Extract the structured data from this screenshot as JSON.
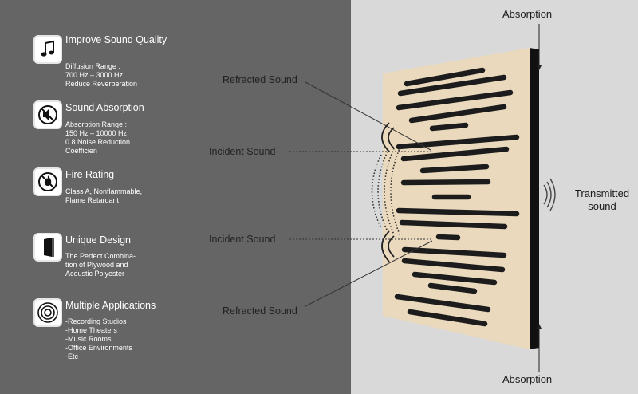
{
  "features": [
    {
      "title": "Improve Sound Quality",
      "desc": "Diffusion Range :\n700 Hz – 3000 Hz\nReduce Reverberation",
      "icon": "music-note-icon"
    },
    {
      "title": "Sound Absorption",
      "desc": "Absorption Range :\n150 Hz – 10000 Hz\n0.8 Noise Reduction\nCoefficien",
      "icon": "muted-speaker-icon"
    },
    {
      "title": "Fire Rating",
      "desc": "Class A, Nonflammable,\nFlame Retardant",
      "icon": "no-fire-icon"
    },
    {
      "title": "Unique Design",
      "desc": "The Perfect Combina-\ntion of Plywood and\nAcoustic  Polyester",
      "icon": "panel-icon"
    },
    {
      "title": "Multiple Applications",
      "desc": "-Recording Studios\n-Home Theaters\n-Music Rooms\n-Office Environments\n-Etc",
      "icon": "concentric-circles-icon"
    }
  ],
  "diagram": {
    "refracted_top": "Refracted Sound",
    "incident_top": "Incident Sound",
    "incident_bottom": "Incident Sound",
    "refracted_bottom": "Refracted Sound",
    "absorption_top": "Absorption",
    "absorption_bottom": "Absorption",
    "transmitted": "Transmitted sound"
  },
  "colors": {
    "left_bg": "#656565",
    "right_bg": "#d9d9d9",
    "wood": "#ead9bd",
    "slot": "#1c1c1c"
  }
}
